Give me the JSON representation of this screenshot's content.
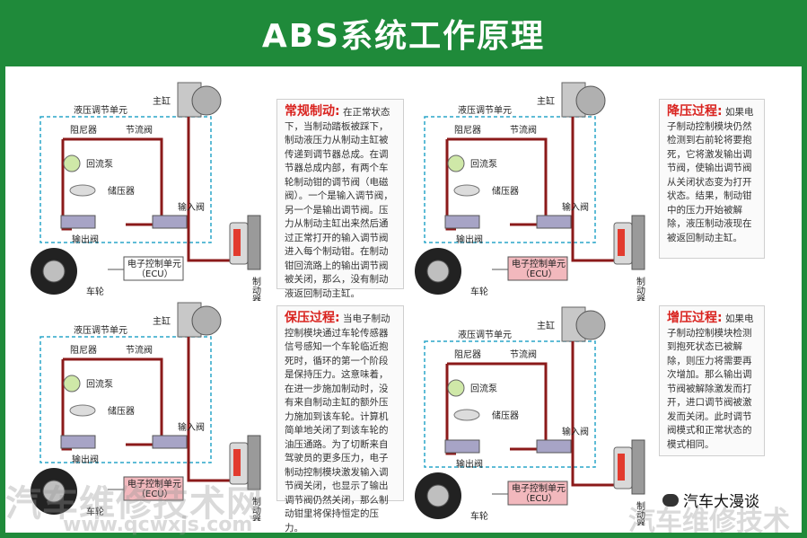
{
  "title": "ABS系统工作原理",
  "colors": {
    "brand_green": "#1f8a3a",
    "pipe": "#8b1a1a",
    "ecu_pink": "#f2b8bd",
    "dash": "#2aa6c9",
    "heading_red": "#d9231f"
  },
  "labels": {
    "master_cylinder": "主缸",
    "hydraulic_unit": "液压调节单元",
    "damper": "阻尼器",
    "throttle_valve": "节流阀",
    "return_pump": "回流泵",
    "accumulator": "储压器",
    "inlet_valve": "输入阀",
    "outlet_valve": "输出阀",
    "brake": "制动器",
    "ecu_line1": "电子控制单元",
    "ecu_line2": "（ECU）",
    "wheel": "车轮"
  },
  "panels": [
    {
      "id": "normal",
      "heading": "常规制动:",
      "text": "在正常状态下，当制动踏板被踩下，制动液压力从制动主缸被传递到调节器总成。在调节器总成内部，有两个车轮制动钳的调节阀（电磁阀）。一个是输入调节阀，另一个是输出调节阀。压力从制动主缸出来然后通过正常打开的输入调节阀进入每个制动钳。在制动钳回流路上的输出调节阀被关闭，那么，没有制动液返回制动主缸。"
    },
    {
      "id": "reduce",
      "heading": "降压过程:",
      "text": "如果电子制动控制模块仍然检测到右前轮将要抱死，它将激发输出调节阀，使输出调节阀从关闭状态变为打开状态。结果，制动钳中的压力开始被解除，液压制动液现在被返回制动主缸。"
    },
    {
      "id": "hold",
      "heading": "保压过程:",
      "text": "当电子制动控制模块通过车轮传感器信号感知一个车轮临近抱死时，循环的第一个阶段是保持压力。这意味着，在进一步施加制动时，没有来自制动主缸的额外压力施加到该车轮。计算机简单地关闭了到该车轮的油压通路。为了切断来自驾驶员的更多压力，电子制动控制模块激发输入调节阀关闭，也显示了输出调节阀仍然关闭，那么制动钳里将保持恒定的压力。"
    },
    {
      "id": "increase",
      "heading": "增压过程:",
      "text": "如果电子制动控制模块检测到抱死状态已被解除，则压力将需要再次增加。那么输出调节阀被解除激发而打开，进口调节阀被激发而关闭。此时调节阀模式和正常状态的模式相同。"
    }
  ],
  "watermark": {
    "main": "汽车维修技术网",
    "url": "www.qcwxjs.com",
    "right": "汽车维修技术"
  },
  "wechat_account": "汽车大漫谈"
}
